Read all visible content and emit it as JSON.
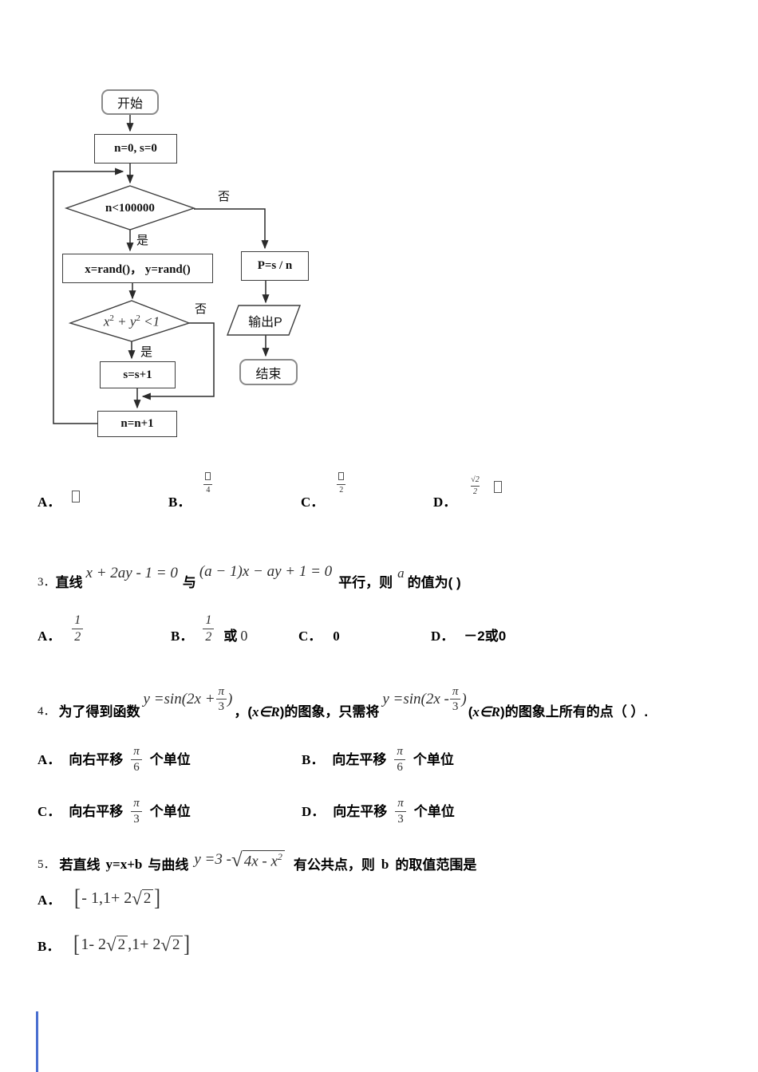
{
  "colors": {
    "cursor_blue": "#4a6fd0",
    "line_dark": "#2e2e2e"
  },
  "flowchart": {
    "start_label": "开始",
    "init_label": "n=0, s=0",
    "cond1_label": "n<100000",
    "yes_label": "是",
    "no_label": "否",
    "rand_label": "x=rand()，  y=rand()",
    "cond2": {
      "t1": "x",
      "s1": "2",
      "t2": " + y",
      "s2": "2",
      "t3": " <1"
    },
    "s_label": "s=s+1",
    "n_label": "n=n+1",
    "p_label": "P=s / n",
    "output_label": "输出P",
    "end_label": "结束"
  },
  "sym": {
    "sqrt": "√"
  },
  "q2": {
    "a_label": "A．",
    "b_label": "B．",
    "b_den": "4",
    "c_label": "C．",
    "c_den": "2",
    "d_label": "D．",
    "d_num": "√2",
    "d_den": "2"
  },
  "q3": {
    "number": "3．",
    "pre": "直线",
    "eq1": "x + 2ay - 1 = 0",
    "conj": "与",
    "eq2": "(a − 1)x − ay + 1 = 0",
    "post1": "平行，则",
    "var": "a",
    "post2": "的值为( )",
    "opt": {
      "a_label": "A．",
      "a_num": "1",
      "a_den": "2",
      "b_label": "B．",
      "b_num": "1",
      "b_den": "2",
      "b_or": "或",
      "b_zero": "0",
      "c_label": "C．",
      "c_val": "0",
      "d_label": "D．",
      "d_val": "－2或0"
    }
  },
  "q4": {
    "number": "4．",
    "pre": "为了得到函数",
    "f1_head": "y =sin(2x +",
    "f1_num": "π",
    "f1_den": "3",
    "f1_tail": ")",
    "mid1": "，(",
    "mid_math": "x∈R",
    "mid2": ")的图象，只需将",
    "f2_head": "y =sin(2x -",
    "f2_num": "π",
    "f2_den": "3",
    "f2_tail": ")",
    "post1": "( ",
    "post_math": "x∈R",
    "post2": ")的图象上所有的点（ ）.",
    "options": [
      {
        "label": "A．",
        "pre": "向右平移",
        "num": "π",
        "den": "6",
        "post": "个单位"
      },
      {
        "label": "B．",
        "pre": "向左平移",
        "num": "π",
        "den": "6",
        "post": "个单位"
      },
      {
        "label": "C．",
        "pre": "向右平移",
        "num": "π",
        "den": "3",
        "post": "个单位"
      },
      {
        "label": "D．",
        "pre": "向左平移",
        "num": "π",
        "den": "3",
        "post": "个单位"
      }
    ]
  },
  "q5": {
    "number": "5．",
    "pre1": "若直线",
    "line_eq": "y=x+b",
    "pre2": "与曲线",
    "curve_head": "y =3 - ",
    "radicand": "4x -  x",
    "rad_sup": "2",
    "post1": "有公共点，则",
    "bvar": "b",
    "post2": "的取值范围是",
    "optA": {
      "label": "A．",
      "open": "[",
      "t1": "- 1,1+ 2",
      "r1": "2",
      "close": "]"
    },
    "optB": {
      "label": "B．",
      "open": "[",
      "t1": "1- 2",
      "r1": "2",
      "t2": ",1+ 2",
      "r2": "2",
      "close": "]"
    }
  }
}
